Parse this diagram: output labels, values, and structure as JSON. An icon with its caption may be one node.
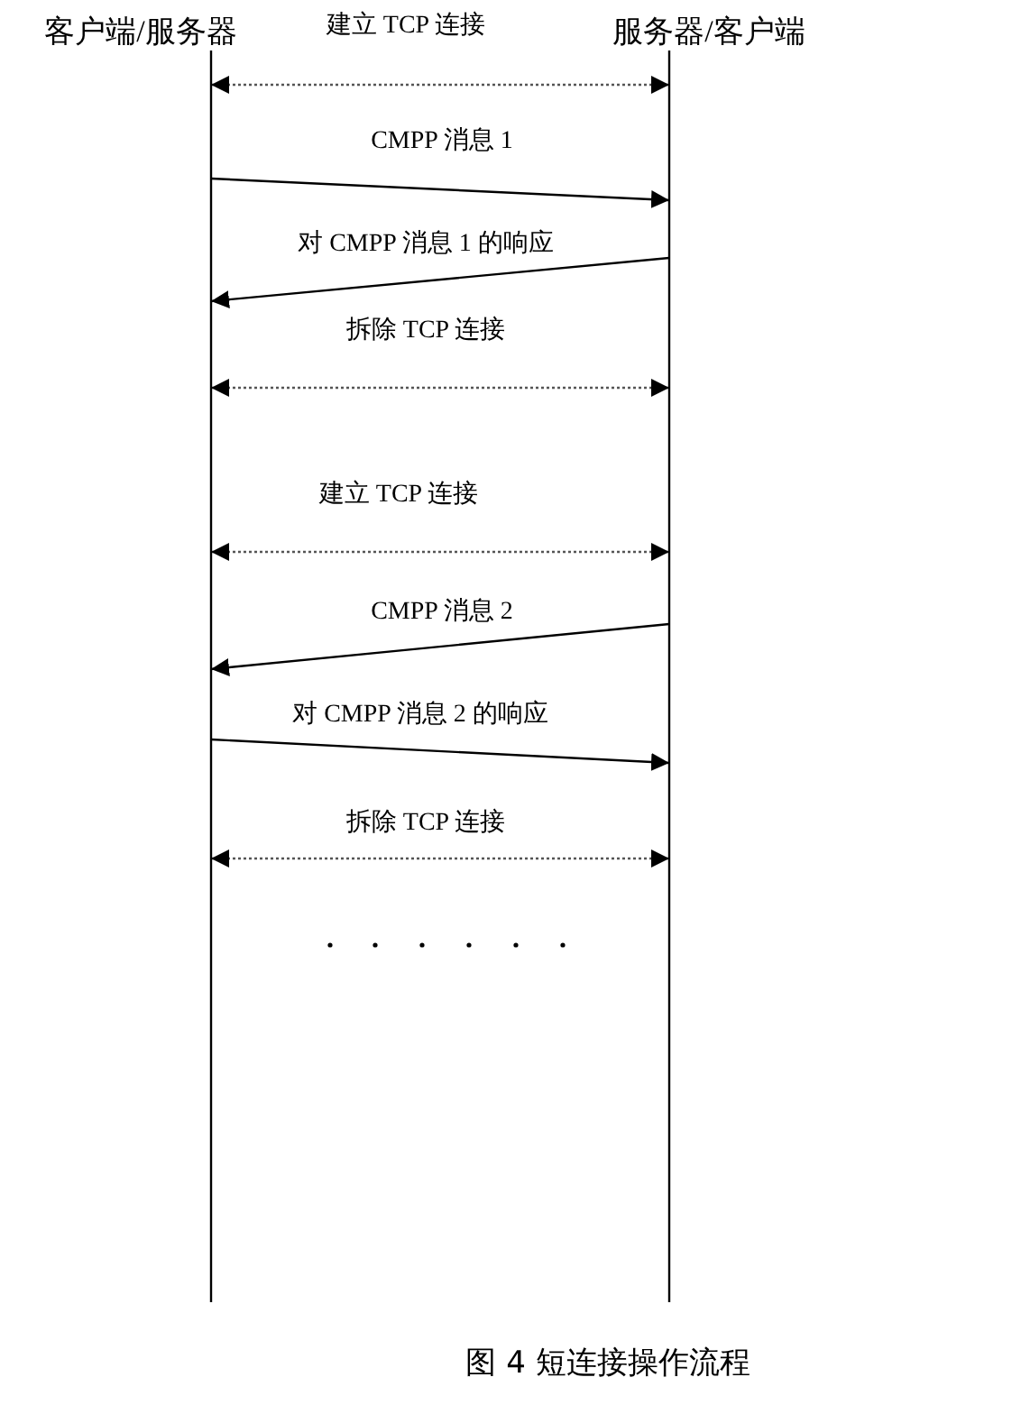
{
  "diagram": {
    "caption": "图 4 短连接操作流程",
    "nodes": [
      {
        "text": [
          "客户端/服务器"
        ]
      },
      {
        "text": [
          "服务器/客户端"
        ]
      }
    ],
    "edges": [
      {
        "from": 0,
        "to": 1,
        "arrow": "both",
        "label": "建立 TCP 连接",
        "style": "dashed"
      },
      {
        "from": 0,
        "to": 1,
        "arrow": "to",
        "label": "CMPP 消息 1"
      },
      {
        "from": 1,
        "to": 0,
        "arrow": "to",
        "label": "对 CMPP 消息 1 的响应"
      },
      {
        "from": 0,
        "to": 1,
        "arrow": "both",
        "label": "拆除 TCP 连接",
        "style": "dashed"
      },
      {
        "from": 0,
        "to": 1,
        "arrow": "both",
        "label": "建立 TCP 连接",
        "style": "dashed"
      },
      {
        "from": 1,
        "to": 0,
        "arrow": "to",
        "label": "CMPP 消息 2"
      },
      {
        "from": 0,
        "to": 1,
        "arrow": "to",
        "label": "对 CMPP 消息 2 的响应"
      },
      {
        "from": 0,
        "to": 1,
        "arrow": "both",
        "label": "拆除 TCP 连接",
        "style": "dashed"
      }
    ]
  }
}
